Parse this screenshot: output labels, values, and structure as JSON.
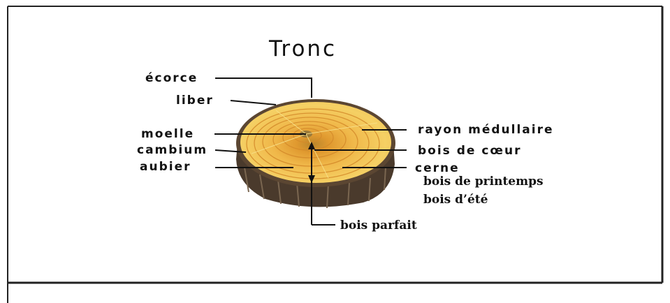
{
  "title": "Tronc",
  "labels": {
    "ecorce": "écorce",
    "liber": "liber",
    "moelle": "moelle",
    "cambium": "cambium",
    "aubier": "aubier",
    "rayon": "rayon médullaire",
    "bois_coeur": "bois de cœur",
    "cerne": "cerne",
    "printemps": "bois de printemps",
    "ete": "bois d’été",
    "parfait": "bois parfait"
  },
  "colors": {
    "frame": "#222222",
    "bark": "#4a3a2c",
    "sapwood": "#f2c94c",
    "heartwood": "#d9862b",
    "ring": "#e6a24a",
    "pith": "#9a7a3a"
  }
}
